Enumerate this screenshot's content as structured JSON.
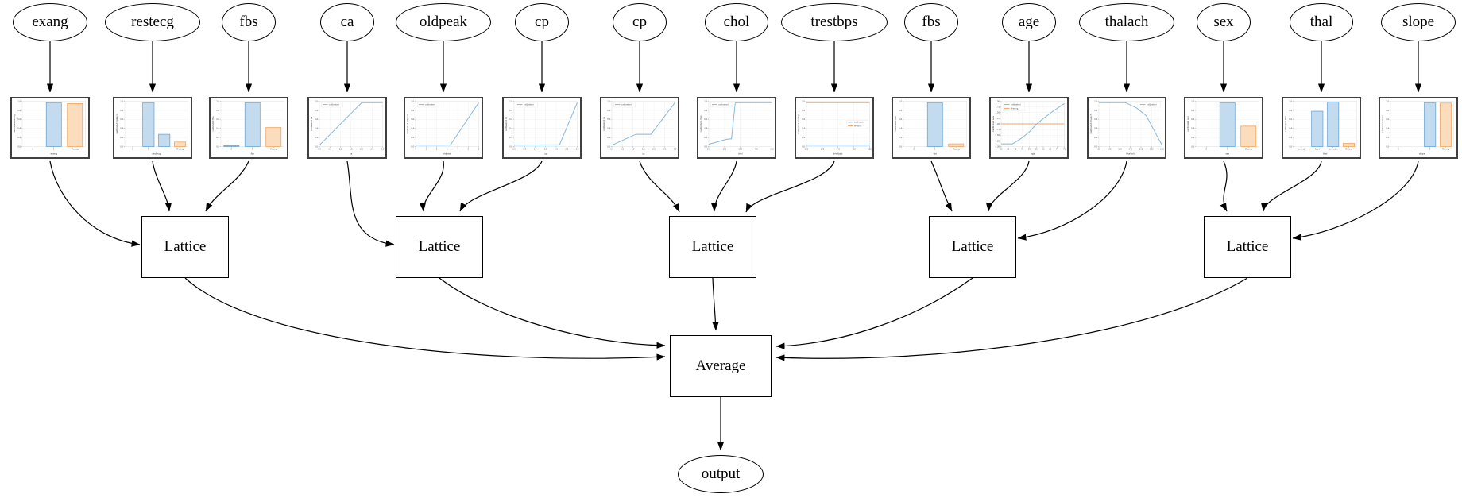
{
  "graph": {
    "feature_nodes": [
      "exang",
      "restecg",
      "fbs",
      "ca",
      "oldpeak",
      "cp",
      "cp",
      "chol",
      "trestbps",
      "fbs",
      "age",
      "thalach",
      "sex",
      "thal",
      "slope"
    ],
    "lattice_label": "Lattice",
    "lattice_count": 5,
    "combiner_label": "Average",
    "output_label": "output",
    "groups": [
      [
        0,
        1,
        2
      ],
      [
        3,
        4,
        5
      ],
      [
        6,
        7,
        8
      ],
      [
        9,
        10,
        11
      ],
      [
        12,
        13,
        14
      ]
    ],
    "flow": "feature -> calibrator plot -> Lattice -> Average -> output"
  },
  "colors": {
    "edge_stroke": "#000000",
    "chart_frame": "#404040",
    "grid": "#ececec",
    "tick_text": "#444444",
    "blue": {
      "line": "#85b8e0",
      "fill": "#c3dbee",
      "edge": "#5c9fd3"
    },
    "orange": {
      "line": "#f7a45f",
      "fill": "#fbdcbd",
      "edge": "#ef9e50"
    }
  },
  "chart_data": [
    {
      "feature": "exang",
      "type": "bar",
      "xlabel": "exang",
      "ylabel": "calibrated exang",
      "ylim": [
        0,
        1
      ],
      "yticks": [
        "0.0",
        "0.2",
        "0.4",
        "0.6",
        "0.8",
        "1.0"
      ],
      "categories": [
        "0",
        "1",
        "Missing"
      ],
      "bars": [
        {
          "category": "1",
          "value": 0.97,
          "color": "blue"
        },
        {
          "category": "Missing",
          "value": 0.95,
          "color": "orange"
        }
      ],
      "legend": null
    },
    {
      "feature": "restecg",
      "type": "bar",
      "xlabel": "restecg",
      "ylabel": "calibrated restecg",
      "ylim": [
        0,
        1
      ],
      "yticks": [
        "0.0",
        "0.2",
        "0.4",
        "0.6",
        "0.8",
        "1.0"
      ],
      "categories": [
        "0",
        "1",
        "2",
        "Missing"
      ],
      "bars": [
        {
          "category": "1",
          "value": 0.97,
          "color": "blue"
        },
        {
          "category": "2",
          "value": 0.27,
          "color": "blue"
        },
        {
          "category": "Missing",
          "value": 0.1,
          "color": "orange"
        }
      ],
      "legend": null
    },
    {
      "feature": "fbs",
      "type": "bar",
      "xlabel": "fbs",
      "ylabel": "calibrated fbs",
      "ylim": [
        0,
        1
      ],
      "yticks": [
        "0.0",
        "0.2",
        "0.4",
        "0.6",
        "0.8",
        "1.0"
      ],
      "categories": [
        "0",
        "1",
        "Missing"
      ],
      "bars": [
        {
          "category": "0",
          "value": 0.02,
          "color": "blue"
        },
        {
          "category": "1",
          "value": 0.97,
          "color": "blue"
        },
        {
          "category": "Missing",
          "value": 0.42,
          "color": "orange"
        }
      ],
      "legend": null
    },
    {
      "feature": "ca",
      "type": "line",
      "xlabel": "ca",
      "ylabel": "calibrated ca",
      "ylim": [
        0,
        1
      ],
      "yticks": [
        "0.0",
        "0.2",
        "0.4",
        "0.6",
        "0.8",
        "1.0"
      ],
      "xticks": [
        "0.0",
        "0.5",
        "1.0",
        "1.5",
        "2.0",
        "2.5",
        "3.0"
      ],
      "lines": [
        {
          "name": "calibrated",
          "color": "blue",
          "points": [
            [
              0,
              0.03
            ],
            [
              0.67,
              0.97
            ],
            [
              1,
              0.97
            ]
          ]
        }
      ],
      "legend": {
        "position": "top-left",
        "entries": [
          {
            "name": "calibrated",
            "color": "blue"
          }
        ]
      }
    },
    {
      "feature": "oldpeak",
      "type": "line",
      "xlabel": "oldpeak",
      "ylabel": "calibrated oldpeak",
      "ylim": [
        0,
        1
      ],
      "yticks": [
        "0.0",
        "0.2",
        "0.4",
        "0.6",
        "0.8",
        "1.0"
      ],
      "xticks": [
        "0",
        "1",
        "2",
        "3",
        "4",
        "5",
        "6"
      ],
      "lines": [
        {
          "name": "calibrated",
          "color": "blue",
          "points": [
            [
              0,
              0.03
            ],
            [
              0.55,
              0.03
            ],
            [
              1,
              0.97
            ]
          ]
        }
      ],
      "legend": {
        "position": "top-left",
        "entries": [
          {
            "name": "calibrated",
            "color": "blue"
          }
        ]
      }
    },
    {
      "feature": "cp",
      "type": "line",
      "xlabel": "cp",
      "ylabel": "calibrated cp",
      "ylim": [
        0,
        1
      ],
      "yticks": [
        "0.0",
        "0.2",
        "0.4",
        "0.6",
        "0.8",
        "1.0"
      ],
      "xticks": [
        "0.0",
        "0.5",
        "1.0",
        "1.5",
        "2.0",
        "2.5",
        "3.0"
      ],
      "lines": [
        {
          "name": "calibrated",
          "color": "blue",
          "points": [
            [
              0,
              0.03
            ],
            [
              0.72,
              0.04
            ],
            [
              1,
              0.97
            ]
          ]
        }
      ],
      "legend": {
        "position": "top-left",
        "entries": [
          {
            "name": "calibrated",
            "color": "blue"
          }
        ]
      }
    },
    {
      "feature": "cp",
      "type": "line",
      "xlabel": "cp",
      "ylabel": "calibrated cp",
      "ylim": [
        0,
        1
      ],
      "yticks": [
        "0.0",
        "0.2",
        "0.4",
        "0.6",
        "0.8",
        "1.0"
      ],
      "xticks": [
        "0.0",
        "0.5",
        "1.0",
        "1.5",
        "2.0",
        "2.5",
        "3.0"
      ],
      "lines": [
        {
          "name": "calibrated",
          "color": "blue",
          "points": [
            [
              0,
              0.03
            ],
            [
              0.38,
              0.27
            ],
            [
              0.62,
              0.27
            ],
            [
              1,
              0.97
            ]
          ]
        }
      ],
      "legend": {
        "position": "top-left",
        "entries": [
          {
            "name": "calibrated",
            "color": "blue"
          }
        ]
      }
    },
    {
      "feature": "chol",
      "type": "line",
      "xlabel": "chol",
      "ylabel": "calibrated chol",
      "ylim": [
        0,
        1
      ],
      "yticks": [
        "0.0",
        "0.2",
        "0.4",
        "0.6",
        "0.8",
        "1.0"
      ],
      "xticks": [
        "100",
        "200",
        "300",
        "400",
        "500"
      ],
      "lines": [
        {
          "name": "calibrated",
          "color": "blue",
          "points": [
            [
              0,
              0.05
            ],
            [
              0.28,
              0.16
            ],
            [
              0.36,
              0.17
            ],
            [
              0.42,
              0.97
            ],
            [
              1,
              0.97
            ]
          ]
        }
      ],
      "legend": {
        "position": "top-left",
        "entries": [
          {
            "name": "calibrated",
            "color": "blue"
          }
        ]
      }
    },
    {
      "feature": "trestbps",
      "type": "line",
      "xlabel": "trestbps",
      "ylabel": "calibrated trestbps",
      "ylim": [
        0,
        1
      ],
      "yticks": [
        "0.0",
        "0.2",
        "0.4",
        "0.6",
        "0.8",
        "1.0"
      ],
      "xticks": [
        "100",
        "120",
        "140",
        "160",
        "180"
      ],
      "lines": [
        {
          "name": "calibrated",
          "color": "blue",
          "points": [
            [
              0,
              0.03
            ],
            [
              1,
              0.03
            ]
          ]
        },
        {
          "name": "Missing",
          "color": "orange",
          "points": [
            [
              0,
              0.97
            ],
            [
              1,
              0.97
            ]
          ]
        }
      ],
      "legend": {
        "position": "right",
        "entries": [
          {
            "name": "calibrated",
            "color": "blue"
          },
          {
            "name": "Missing",
            "color": "orange"
          }
        ]
      }
    },
    {
      "feature": "fbs",
      "type": "bar",
      "xlabel": "fbs",
      "ylabel": "calibrated fbs",
      "ylim": [
        0,
        1
      ],
      "yticks": [
        "0.0",
        "0.2",
        "0.4",
        "0.6",
        "0.8",
        "1.0"
      ],
      "categories": [
        "0",
        "1",
        "Missing"
      ],
      "bars": [
        {
          "category": "1",
          "value": 0.97,
          "color": "blue"
        },
        {
          "category": "Missing",
          "value": 0.06,
          "color": "orange"
        }
      ],
      "legend": null
    },
    {
      "feature": "age",
      "type": "line",
      "xlabel": "age",
      "ylabel": "calibrated age",
      "ylim": [
        0,
        2
      ],
      "yticks": [
        "0.00",
        "0.25",
        "0.50",
        "0.75",
        "1.00",
        "1.25",
        "1.50",
        "1.75",
        "2.00"
      ],
      "xticks": [
        "30",
        "35",
        "40",
        "45",
        "50",
        "55",
        "60",
        "65",
        "70",
        "75"
      ],
      "lines": [
        {
          "name": "calibrated",
          "color": "blue",
          "points": [
            [
              0,
              0.06
            ],
            [
              0.18,
              0.06
            ],
            [
              0.32,
              0.18
            ],
            [
              0.45,
              0.33
            ],
            [
              0.55,
              0.48
            ],
            [
              0.65,
              0.6
            ],
            [
              0.82,
              0.78
            ],
            [
              1,
              0.95
            ]
          ]
        },
        {
          "name": "Missing",
          "color": "orange",
          "points": [
            [
              0,
              0.5
            ],
            [
              1,
              0.5
            ]
          ]
        }
      ],
      "legend": {
        "position": "top-left",
        "entries": [
          {
            "name": "calibrated",
            "color": "blue"
          },
          {
            "name": "Missing",
            "color": "orange"
          }
        ]
      }
    },
    {
      "feature": "thalach",
      "type": "line",
      "xlabel": "thalach",
      "ylabel": "calibrated thalach",
      "ylim": [
        0,
        1
      ],
      "yticks": [
        "0.0",
        "0.2",
        "0.4",
        "0.6",
        "0.8",
        "1.0"
      ],
      "xticks": [
        "80",
        "100",
        "120",
        "140",
        "160",
        "180",
        "200"
      ],
      "lines": [
        {
          "name": "calibrated",
          "color": "blue",
          "points": [
            [
              0,
              0.97
            ],
            [
              0.42,
              0.97
            ],
            [
              0.6,
              0.85
            ],
            [
              0.75,
              0.68
            ],
            [
              1,
              0.03
            ]
          ]
        }
      ],
      "legend": {
        "position": "top-right",
        "entries": [
          {
            "name": "calibrated",
            "color": "blue"
          }
        ]
      }
    },
    {
      "feature": "sex",
      "type": "bar",
      "xlabel": "sex",
      "ylabel": "calibrated sex",
      "ylim": [
        0,
        1
      ],
      "yticks": [
        "0.0",
        "0.2",
        "0.4",
        "0.6",
        "0.8",
        "1.0"
      ],
      "categories": [
        "0",
        "1",
        "Missing"
      ],
      "bars": [
        {
          "category": "1",
          "value": 0.97,
          "color": "blue"
        },
        {
          "category": "Missing",
          "value": 0.45,
          "color": "orange"
        }
      ],
      "legend": null
    },
    {
      "feature": "thal",
      "type": "bar",
      "xlabel": "thal",
      "ylabel": "calibrated thal",
      "ylim": [
        0,
        1
      ],
      "yticks": [
        "0.0",
        "0.2",
        "0.4",
        "0.6",
        "0.8",
        "1.0"
      ],
      "categories": [
        "normal",
        "fixed",
        "reversible",
        "Missing"
      ],
      "bars": [
        {
          "category": "fixed",
          "value": 0.78,
          "color": "blue"
        },
        {
          "category": "reversible",
          "value": 0.98,
          "color": "blue"
        },
        {
          "category": "Missing",
          "value": 0.07,
          "color": "orange"
        }
      ],
      "legend": null
    },
    {
      "feature": "slope",
      "type": "bar",
      "xlabel": "slope",
      "ylabel": "calibrated slope",
      "ylim": [
        0,
        1
      ],
      "yticks": [
        "0.0",
        "0.2",
        "0.4",
        "0.6",
        "0.8",
        "1.0"
      ],
      "categories": [
        "0",
        "1",
        "2",
        "Missing"
      ],
      "bars": [
        {
          "category": "2",
          "value": 0.97,
          "color": "blue"
        },
        {
          "category": "Missing",
          "value": 0.96,
          "color": "orange"
        }
      ],
      "legend": null
    }
  ]
}
